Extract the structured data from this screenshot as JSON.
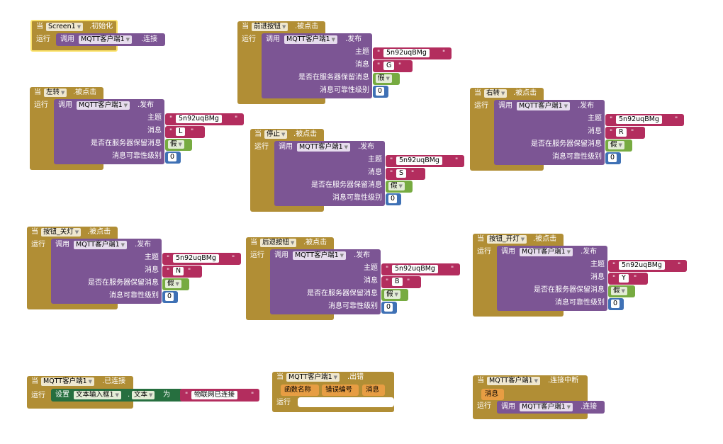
{
  "kw": {
    "when": "当",
    "do": "运行",
    "call": "调用",
    "set": "设置",
    "to": "为",
    "publish": ".发布",
    "connect": ".连接",
    "topic": "主题",
    "message": "消息",
    "retain": "是否在服务器保留消息",
    "qos": "消息可靠性级别"
  },
  "common": {
    "mqtt_client": "MQTT客户端1",
    "topic_value": "5n92uqBMg",
    "false_value": "假",
    "qos_value": "0"
  },
  "screen_init": {
    "component": "Screen1",
    "event": ".初始化"
  },
  "publish_blocks": [
    {
      "component": "前进按钮",
      "event": ".被点击",
      "message": "G"
    },
    {
      "component": "左转",
      "event": ".被点击",
      "message": "L"
    },
    {
      "component": "右转",
      "event": ".被点击",
      "message": "R"
    },
    {
      "component": "停止",
      "event": ".被点击",
      "message": "S"
    },
    {
      "component": "按钮_关灯",
      "event": ".被点击",
      "message": "N"
    },
    {
      "component": "后退按钮",
      "event": ".被点击",
      "message": "B"
    },
    {
      "component": "按钮_开灯",
      "event": ".被点击",
      "message": "Y"
    }
  ],
  "connected": {
    "event": ".已连接",
    "textbox": "文本输入框1",
    "prop": "文本",
    "value": "物联网已连接"
  },
  "error": {
    "event": ".出错",
    "params": [
      "函数名称",
      "错误编号",
      "消息"
    ]
  },
  "disconnected": {
    "event": ".连接中断",
    "param": "消息"
  }
}
